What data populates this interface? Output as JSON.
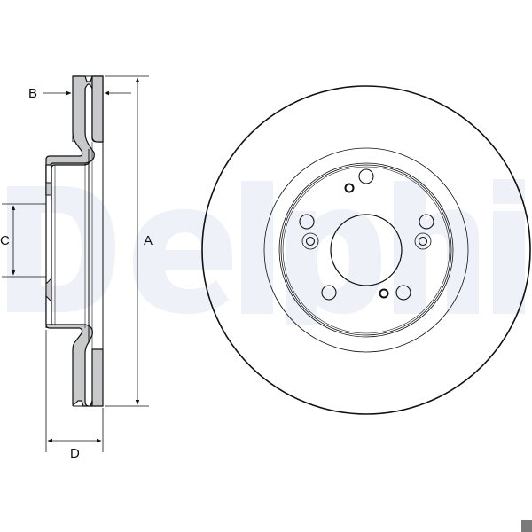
{
  "diagram": {
    "type": "technical-drawing",
    "subject": "ventilated brake disc",
    "views": [
      "side-section",
      "front"
    ],
    "watermark": {
      "text": "Delphi",
      "color": "#eef1f8"
    },
    "colors": {
      "line": "#111111",
      "section_fill": "#c8c9cb",
      "background": "#ffffff"
    }
  },
  "dimensions": {
    "A": {
      "label": "A",
      "meaning": "outer diameter"
    },
    "B": {
      "label": "B",
      "meaning": "disc thickness"
    },
    "C": {
      "label": "C",
      "meaning": "centre bore / hub height"
    },
    "D": {
      "label": "D",
      "meaning": "overall height"
    }
  },
  "front_view": {
    "bolt_holes": 5,
    "small_holes": 2,
    "locating_rings": 2
  }
}
